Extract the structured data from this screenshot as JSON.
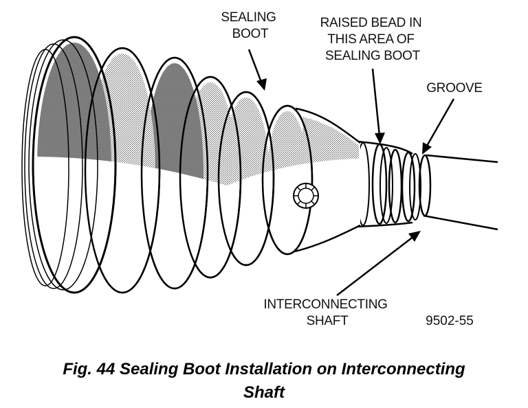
{
  "labels": {
    "sealing_boot": [
      "SEALING",
      "BOOT"
    ],
    "raised_bead": [
      "RAISED BEAD IN",
      "THIS AREA OF",
      "SEALING BOOT"
    ],
    "groove": "GROOVE",
    "interconnecting_shaft": [
      "INTERCONNECTING",
      "SHAFT"
    ],
    "figure_number": "9502-55"
  },
  "caption": {
    "line1": "Fig. 44 Sealing Boot Installation on Interconnecting",
    "line2": "Shaft"
  }
}
